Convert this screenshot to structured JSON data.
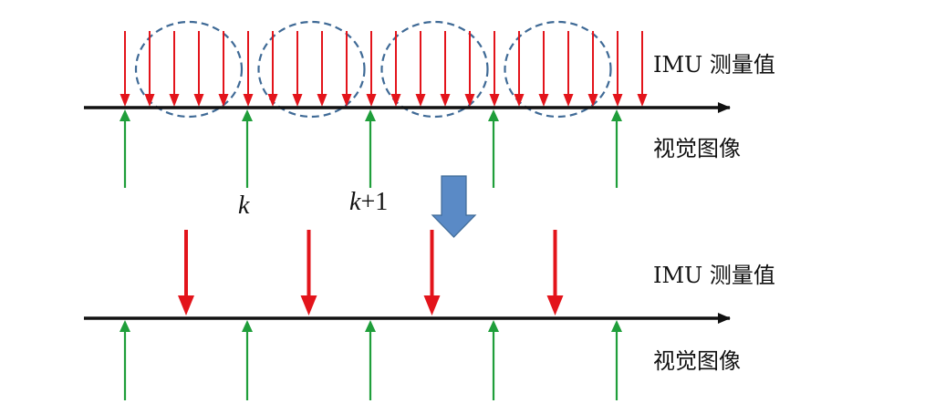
{
  "labels": {
    "imu_top": "IMU 测量值",
    "image_top": "视觉图像",
    "k": "k",
    "k_plus_one_k": "k",
    "k_plus_one_suffix": "+1",
    "imu_bottom": "IMU 测量值",
    "image_bottom": "视觉图像"
  },
  "colors": {
    "timeline": "#111111",
    "imu_arrow": "#e3141b",
    "image_arrow": "#1f9e3a",
    "group_circle": "#3f6a96",
    "transition_arrow_fill": "#5a8ac6",
    "transition_arrow_stroke": "#3f6a96"
  },
  "structure": {
    "top_imu_measurement_count": 22,
    "image_frame_count": 5,
    "grouped_imu_per_interval": 4,
    "bottom_preintegrated_count": 4
  }
}
